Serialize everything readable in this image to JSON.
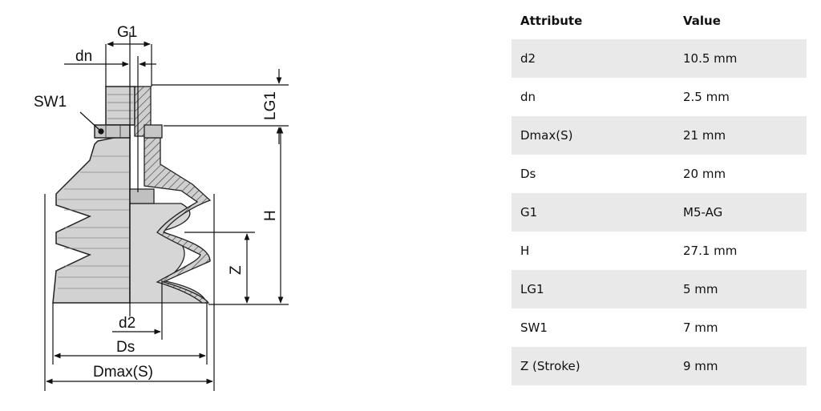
{
  "drawing": {
    "labels": {
      "g1": "G1",
      "dn": "dn",
      "sw1": "SW1",
      "lg1": "LG1",
      "h": "H",
      "z": "Z",
      "d2": "d2",
      "ds": "Ds",
      "dmax": "Dmax(S)"
    }
  },
  "table": {
    "headers": [
      "Attribute",
      "Value"
    ],
    "rows": [
      [
        "d2",
        "10.5 mm"
      ],
      [
        "dn",
        "2.5 mm"
      ],
      [
        "Dmax(S)",
        "21 mm"
      ],
      [
        "Ds",
        "20 mm"
      ],
      [
        "G1",
        "M5-AG"
      ],
      [
        "H",
        "27.1 mm"
      ],
      [
        "LG1",
        "5 mm"
      ],
      [
        "SW1",
        "7 mm"
      ],
      [
        "Z (Stroke)",
        "9 mm"
      ]
    ]
  }
}
